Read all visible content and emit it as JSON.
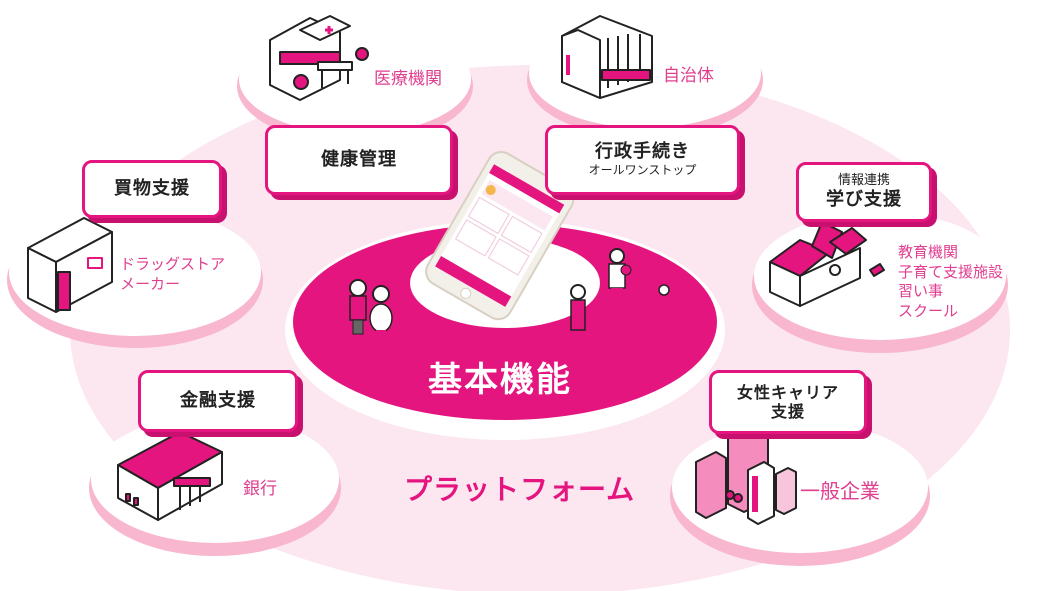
{
  "diagram": {
    "center": {
      "title": "基本機能",
      "app": "smartphone-app"
    },
    "platform": {
      "title": "プラットフォーム"
    },
    "nodes": [
      {
        "id": "medical",
        "label": "健康管理",
        "partner": "医療機関",
        "icon": "hospital-icon"
      },
      {
        "id": "government",
        "label": "行政手続き",
        "sublabel": "オールワンストップ",
        "partner": "自治体",
        "icon": "city-hall-icon"
      },
      {
        "id": "shopping",
        "label": "買物支援",
        "partner_lines": [
          "ドラッグストア",
          "メーカー"
        ],
        "icon": "drugstore-icon"
      },
      {
        "id": "learning",
        "toplabel": "情報連携",
        "label": "学び支援",
        "partner_lines": [
          "教育機関",
          "子育て支援施設",
          "習い事",
          "スクール"
        ],
        "icon": "school-icon"
      },
      {
        "id": "finance",
        "label": "金融支援",
        "partner": "銀行",
        "icon": "bank-icon"
      },
      {
        "id": "career",
        "label_lines": [
          "女性キャリア",
          "支援"
        ],
        "partner": "一般企業",
        "icon": "office-buildings-icon"
      }
    ],
    "colors": {
      "primary": "#e4157f",
      "accent_text": "#e03e8f",
      "platform_fill": "#fce6ef",
      "disc_shadow": "#f8b6cf",
      "white": "#ffffff"
    }
  }
}
